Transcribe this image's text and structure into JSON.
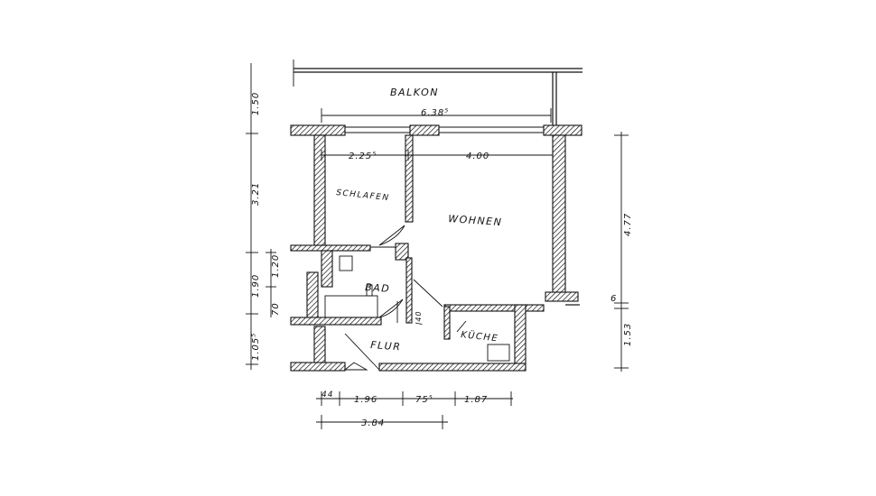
{
  "rooms": {
    "balkon": "BALKON",
    "schlafen": "SCHLAFEN",
    "wohnen": "WOHNEN",
    "bad": "BAD",
    "flur": "FLUR",
    "kueche": "KÜCHE"
  },
  "dimensions": {
    "balcony_width": "6.38⁵",
    "schlafen_width": "2.25⁵",
    "wohnen_width": "4.00",
    "balcony_depth": "1.50",
    "schlafen_depth": "3.21",
    "wohnen_depth": "4.77",
    "bad_120": "1.20",
    "bad_190": "1.90",
    "bad_70": "70",
    "flur_depth": "1.05⁵",
    "kueche_depth": "1.53",
    "kueche_step": "6",
    "bottom_44": "44",
    "bottom_196": "1.96",
    "bottom_75": "75⁵",
    "bottom_187": "1.87",
    "bottom_total": "3.84",
    "shaft": "ǀ40"
  }
}
